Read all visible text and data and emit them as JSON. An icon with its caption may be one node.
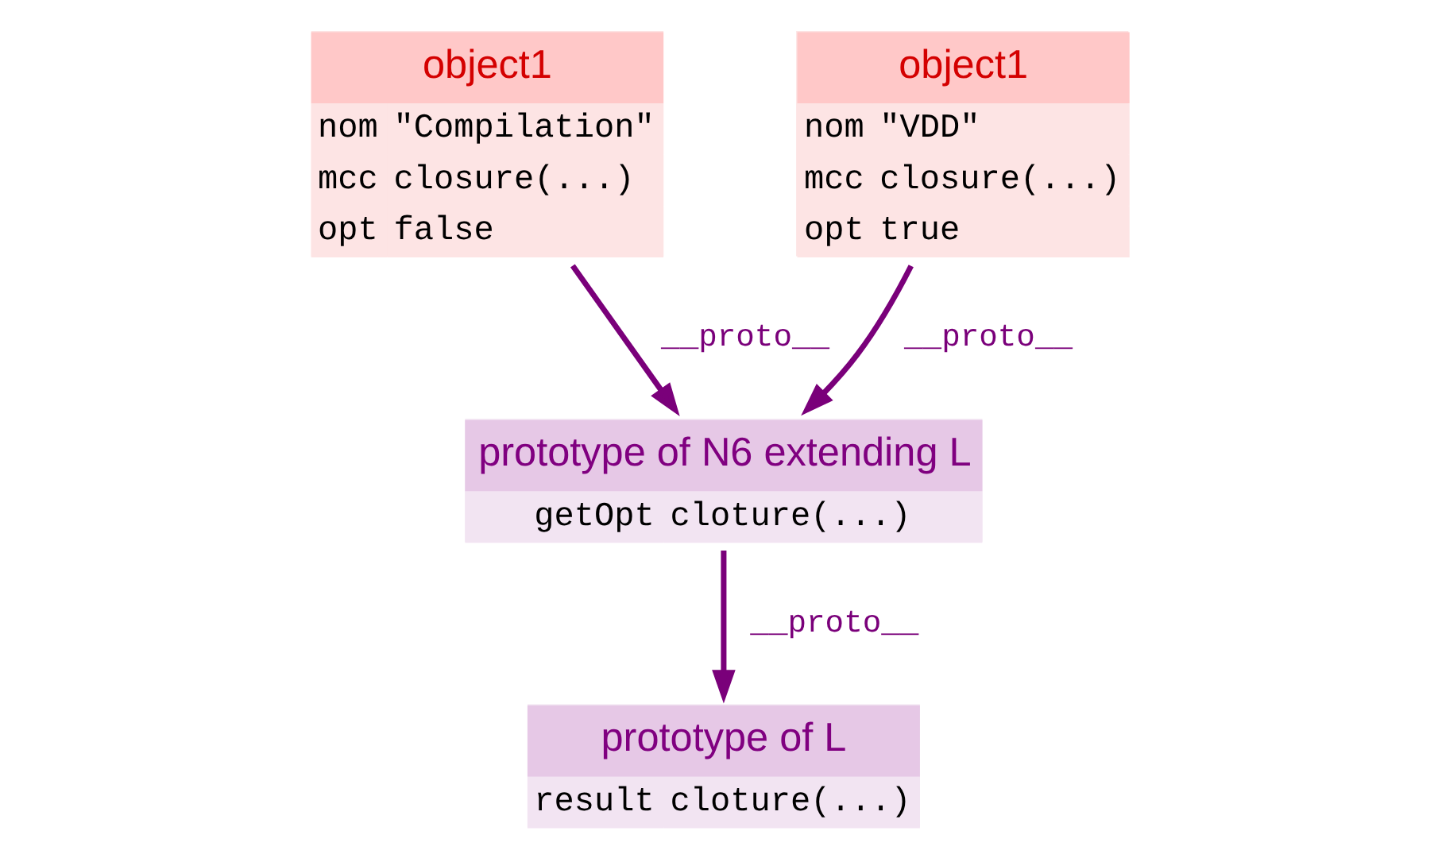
{
  "diagram": {
    "nodes": [
      {
        "text": [
          "object1",
          "nom",
          "\"Compilation\"",
          "mcc",
          "closure(...)",
          "opt",
          "false"
        ]
      },
      {
        "text": [
          "object1",
          "nom",
          "\"VDD\"",
          "mcc",
          "closure(...)",
          "opt",
          "true"
        ]
      },
      {
        "text": [
          "prototype of N6 extending L",
          "getOpt",
          "cloture(...)"
        ]
      },
      {
        "text": [
          "prototype of L",
          "result",
          "cloture(...)"
        ]
      }
    ],
    "edges": [
      {
        "from": 0,
        "to": 2,
        "arrow": "to",
        "label": "__proto__"
      },
      {
        "from": 1,
        "to": 2,
        "arrow": "to",
        "label": "__proto__"
      },
      {
        "from": 2,
        "to": 3,
        "arrow": "to",
        "label": "__proto__"
      }
    ]
  }
}
